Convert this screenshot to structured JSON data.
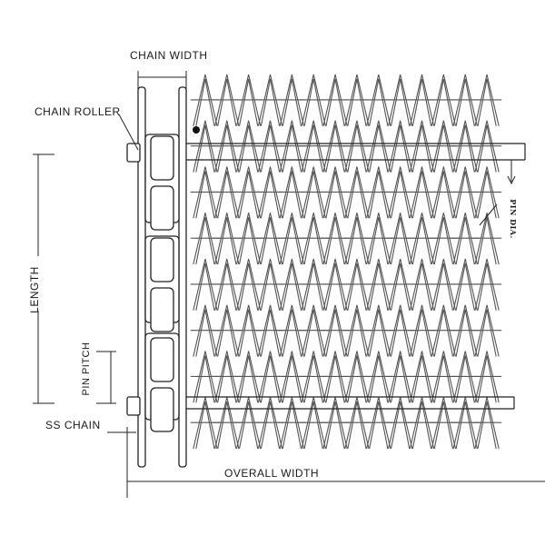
{
  "labels": {
    "chain_width": "CHAIN WIDTH",
    "chain_roller": "CHAIN ROLLER",
    "length": "LENGTH",
    "pin_pitch": "PIN PITCH",
    "ss_chain": "SS CHAIN",
    "overall_width": "OVERALL WIDTH",
    "pin_dia": "PIN DIA."
  },
  "colors": {
    "line": "#222222",
    "mesh": "#555555",
    "background": "#ffffff"
  },
  "mesh": {
    "columns": 14,
    "rows": 8
  }
}
